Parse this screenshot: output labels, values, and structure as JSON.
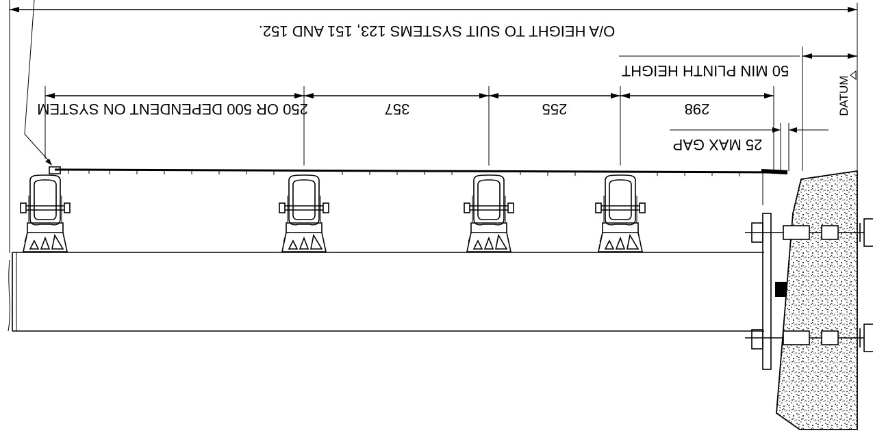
{
  "labels": {
    "overall_height": "O/A HEIGHT TO SUIT SYSTEMS 123, 151 AND 152.",
    "plinth": "50 MIN PLINTH HEIGHT",
    "datum": "DATUM",
    "gap": "25 MAX GAP",
    "dim_298": "298",
    "dim_255": "255",
    "dim_357": "357",
    "dim_250_500": "250 OR 500 DEPENDENT ON SYSTEM"
  }
}
